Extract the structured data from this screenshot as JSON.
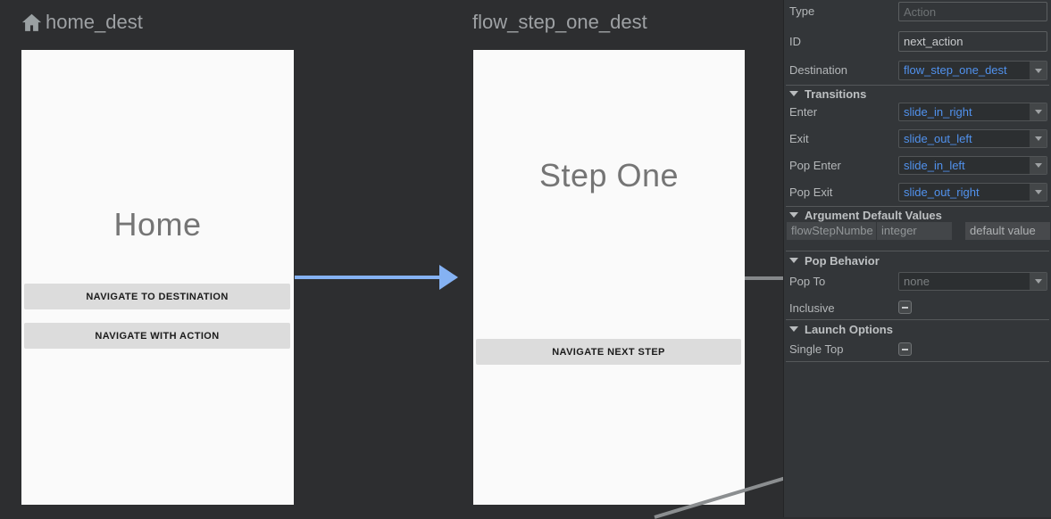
{
  "canvas": {
    "destinations": [
      {
        "title": "home_dest",
        "screen_title": "Home",
        "buttons": [
          "NAVIGATE TO DESTINATION",
          "NAVIGATE WITH ACTION"
        ]
      },
      {
        "title": "flow_step_one_dest",
        "screen_title": "Step One",
        "buttons": [
          "NAVIGATE NEXT STEP"
        ]
      }
    ]
  },
  "panel": {
    "type_row": {
      "label": "Type",
      "placeholder": "Action"
    },
    "id_row": {
      "label": "ID",
      "value": "next_action"
    },
    "destination_row": {
      "label": "Destination",
      "value": "flow_step_one_dest"
    },
    "transitions": {
      "header": "Transitions",
      "enter": {
        "label": "Enter",
        "value": "slide_in_right"
      },
      "exit": {
        "label": "Exit",
        "value": "slide_out_left"
      },
      "pop_enter": {
        "label": "Pop Enter",
        "value": "slide_in_left"
      },
      "pop_exit": {
        "label": "Pop Exit",
        "value": "slide_out_right"
      }
    },
    "argument_defaults": {
      "header": "Argument Default Values",
      "arg_name": "flowStepNumbe",
      "arg_type": "integer",
      "default_placeholder": "default value"
    },
    "pop_behavior": {
      "header": "Pop Behavior",
      "pop_to": {
        "label": "Pop To",
        "value": "none"
      },
      "inclusive_label": "Inclusive"
    },
    "launch_options": {
      "header": "Launch Options",
      "single_top_label": "Single Top"
    }
  },
  "colors": {
    "attribute_value_blue": "#5192ee",
    "edge_blue": "#85b2f3",
    "edge_gray": "#8b8e90",
    "canvas_background": "#2d2e30",
    "panel_background": "#333639",
    "card_background": "#fafafa"
  }
}
